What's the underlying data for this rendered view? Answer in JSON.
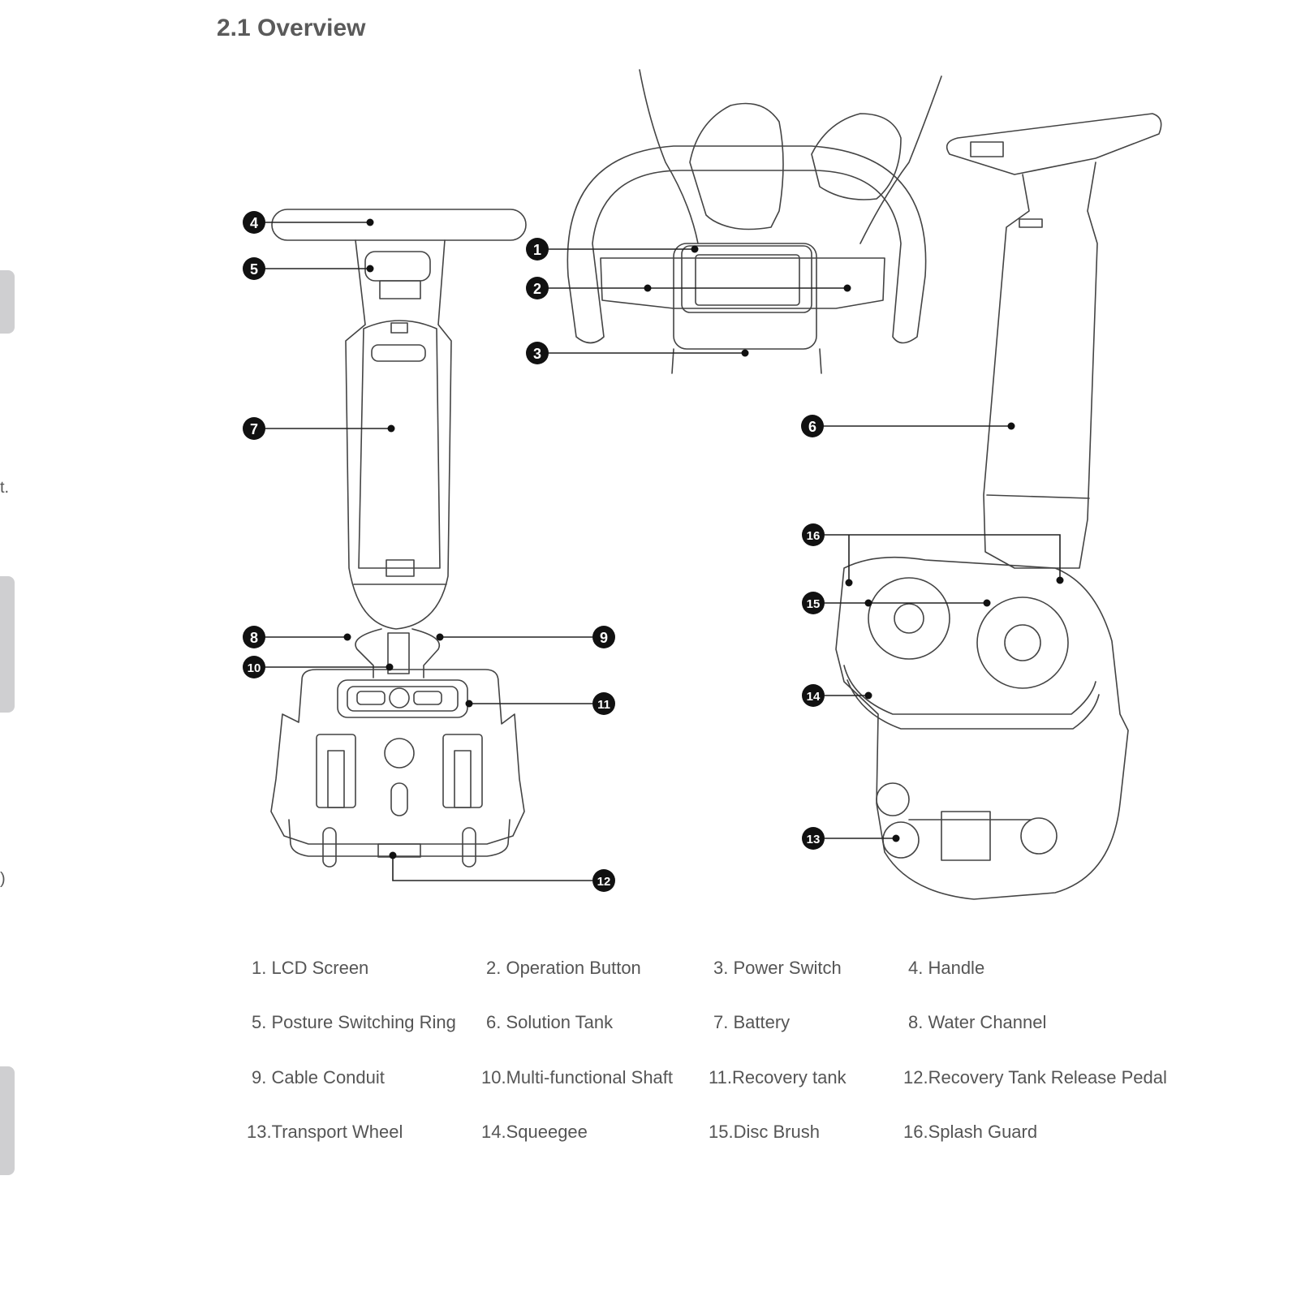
{
  "page": {
    "title": "2.1 Overview"
  },
  "side_fragments": [
    "t.",
    ")"
  ],
  "legend": [
    {
      "label": "1. LCD Screen"
    },
    {
      "label": "2. Operation Button"
    },
    {
      "label": "3. Power Switch"
    },
    {
      "label": "4. Handle"
    },
    {
      "label": "5. Posture Switching Ring"
    },
    {
      "label": "6. Solution Tank"
    },
    {
      "label": "7. Battery"
    },
    {
      "label": "8. Water Channel"
    },
    {
      "label": "9. Cable Conduit"
    },
    {
      "label": "10.Multi-functional Shaft"
    },
    {
      "label": "11.Recovery tank"
    },
    {
      "label": "12.Recovery Tank Release Pedal"
    },
    {
      "label": "13.Transport Wheel"
    },
    {
      "label": "14.Squeegee"
    },
    {
      "label": "15.Disc Brush"
    },
    {
      "label": "16.Splash Guard"
    }
  ],
  "callouts": [
    "1",
    "2",
    "3",
    "4",
    "5",
    "6",
    "7",
    "8",
    "9",
    "10",
    "11",
    "12",
    "13",
    "14",
    "15",
    "16"
  ]
}
